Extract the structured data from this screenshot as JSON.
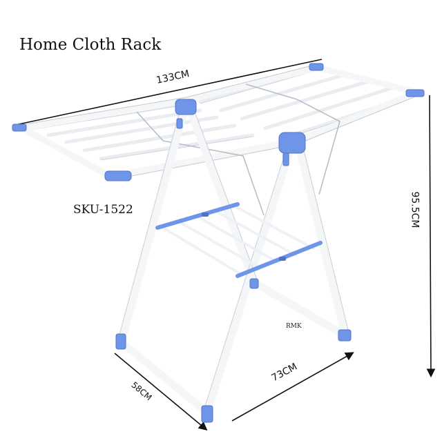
{
  "title": "Home Cloth Rack",
  "sku": "SKU-1522",
  "brand_mark": "RMK",
  "dimensions": {
    "width": "133CM",
    "height": "95.5CM",
    "length": "73CM",
    "depth": "58CM"
  },
  "colors": {
    "frame": "#f4f6f8",
    "frame_outline": "#c9ced6",
    "accent": "#6f95e8",
    "accent_dark": "#4f73c8",
    "wire": "#b8bec6",
    "dimension_line": "#111111"
  }
}
